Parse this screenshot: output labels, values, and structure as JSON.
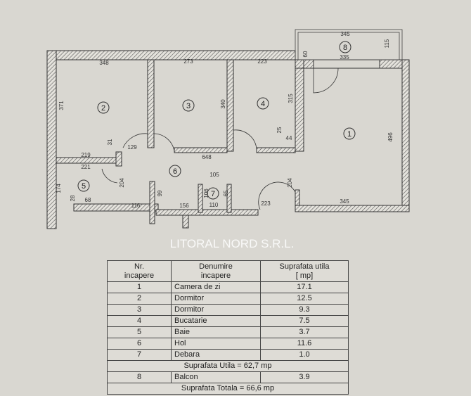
{
  "plan": {
    "rooms": [
      "1",
      "2",
      "3",
      "4",
      "5",
      "6",
      "7",
      "8"
    ],
    "dims": [
      "348",
      "273",
      "223",
      "345",
      "335",
      "115",
      "60",
      "371",
      "340",
      "315",
      "496",
      "25",
      "44",
      "31",
      "129",
      "219",
      "648",
      "221",
      "174",
      "204",
      "28",
      "68",
      "116",
      "99",
      "156",
      "106",
      "105",
      "65",
      "110",
      "223",
      "204",
      "345"
    ],
    "watermark": "LITORAL NORD S.R.L."
  },
  "table": {
    "headers": [
      "Nr.\nincapere",
      "Denumire\nincapere",
      "Suprafata utila\n[ mp]"
    ],
    "rows": [
      {
        "nr": "1",
        "name": "Camera de zi",
        "area": "17.1"
      },
      {
        "nr": "2",
        "name": "Dormitor",
        "area": "12.5"
      },
      {
        "nr": "3",
        "name": "Dormitor",
        "area": "9.3"
      },
      {
        "nr": "4",
        "name": "Bucatarie",
        "area": "7.5"
      },
      {
        "nr": "5",
        "name": "Baie",
        "area": "3.7"
      },
      {
        "nr": "6",
        "name": "Hol",
        "area": "11.6"
      },
      {
        "nr": "7",
        "name": "Debara",
        "area": "1.0"
      }
    ],
    "subtotal": "Suprafata Utila = 62,7 mp",
    "balcony": {
      "nr": "8",
      "name": "Balcon",
      "area": "3.9"
    },
    "total": "Suprafata Totala = 66,6 mp"
  }
}
